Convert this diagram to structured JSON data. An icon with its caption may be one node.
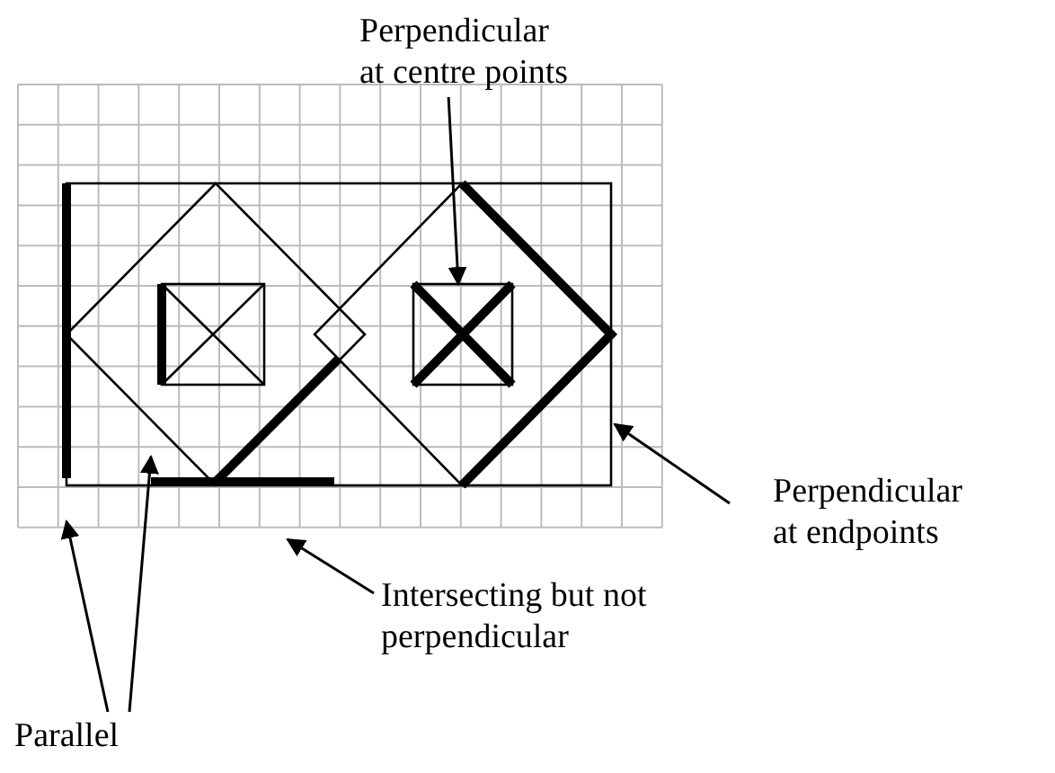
{
  "diagram": {
    "nodes": [
      {
        "text": [
          "Perpendicular at centre points"
        ]
      },
      {
        "text": [
          "Perpendicular at endpoints"
        ]
      },
      {
        "text": [
          "Intersecting but not perpendicular"
        ]
      },
      {
        "text": [
          "Parallel"
        ]
      }
    ],
    "edges": [
      {
        "from": 0,
        "to": null,
        "arrow": "to"
      },
      {
        "from": 1,
        "to": null,
        "arrow": "to"
      },
      {
        "from": 2,
        "to": null,
        "arrow": "to"
      },
      {
        "from": 3,
        "to": null,
        "arrow": "to"
      },
      {
        "from": 3,
        "to": null,
        "arrow": "to"
      }
    ]
  }
}
